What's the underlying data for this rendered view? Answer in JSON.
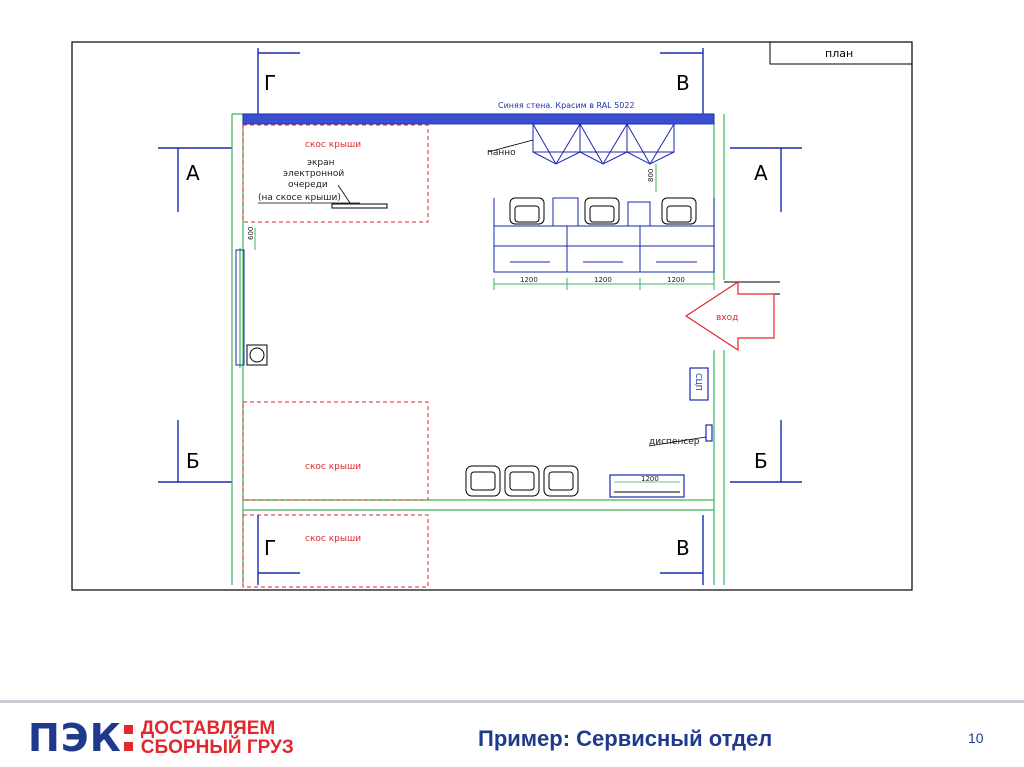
{
  "plan": {
    "title_box": "план",
    "section_marks": {
      "g": "Г",
      "v": "В",
      "a": "А",
      "b": "Б"
    },
    "wall_note": "Синяя стена. Красим в RAL 5022",
    "panel_label": "панно",
    "panel_dim": "800",
    "roof_slope": "скос крыши",
    "screen_label": [
      "экран",
      "электронной",
      "очереди",
      "(на скосе крыши)"
    ],
    "desk_dims": [
      "1200",
      "1200",
      "1200"
    ],
    "side_dim": "600",
    "entrance": "вход",
    "cash_label": "СЦП",
    "dispenser": "диспенсер",
    "counter_dim": "1200"
  },
  "footer": {
    "logo_mark": "ПЭК",
    "logo_line1": "ДОСТАВЛЯЕМ",
    "logo_line2": "СБОРНЫЙ ГРУЗ",
    "title": "Пример: Сервисный отдел",
    "page": "10"
  },
  "colors": {
    "brand_blue": "#1f3a8c",
    "brand_red": "#e0282e",
    "wall_green": "#3cb35a",
    "furniture_blue": "#2233aa"
  }
}
